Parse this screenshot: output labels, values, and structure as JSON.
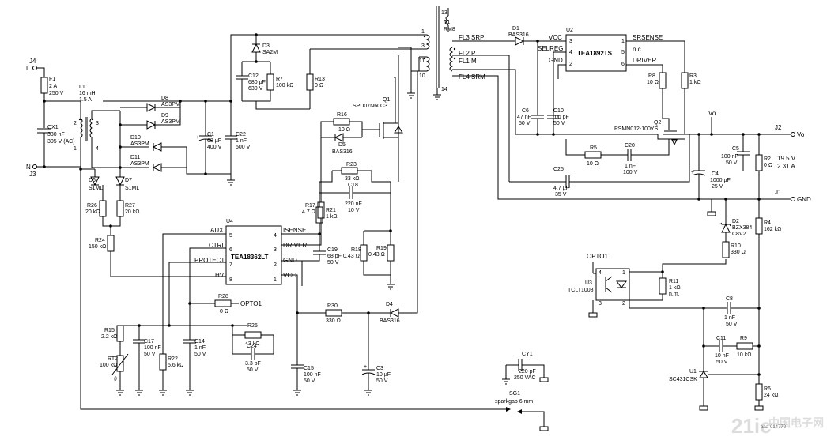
{
  "connectors": {
    "j4": "J4",
    "l": "L",
    "j3": "J3",
    "n": "N",
    "j2": "J2",
    "vo": "Vo",
    "j1": "J1",
    "gnd": "GND",
    "vo_node": "Vo"
  },
  "fuse": {
    "ref": "F1",
    "v1": "2 A",
    "v2": "250 V"
  },
  "cx1": {
    "ref": "CX1",
    "v1": "330 nF",
    "v2": "305 V (AC)"
  },
  "l1": {
    "ref": "L1",
    "v1": "16 mH",
    "v2": "1.5 A",
    "p1": "1",
    "p2": "2",
    "p3": "3",
    "p4": "4"
  },
  "d8": {
    "ref": "D8",
    "v": "AS3PM"
  },
  "d9": {
    "ref": "D9",
    "v": "AS3PM"
  },
  "d10": {
    "ref": "D10",
    "v": "AS3PM"
  },
  "d11": {
    "ref": "D11",
    "v": "AS3PM"
  },
  "c1": {
    "ref": "C1",
    "v1": "68 µF",
    "v2": "400 V"
  },
  "c22": {
    "ref": "C22",
    "v1": "1 nF",
    "v2": "500 V"
  },
  "d3": {
    "ref": "D3",
    "v": "SA2M"
  },
  "c12": {
    "ref": "C12",
    "v1": "680 pF",
    "v2": "630 V"
  },
  "r7": {
    "ref": "R7",
    "v": "100 kΩ"
  },
  "r13": {
    "ref": "R13",
    "v": "0 Ω"
  },
  "t1": {
    "ref": "T1",
    "v": "RM8",
    "p1": "1",
    "p3": "3",
    "p11": "11",
    "p10": "10",
    "p13": "13",
    "p14": "14"
  },
  "windings": {
    "fl3": "FL3 SRP",
    "fl2": "FL2 P",
    "fl1": "FL1 M",
    "fl4": "FL4 SRM"
  },
  "d1": {
    "ref": "D1",
    "v": "BAS316"
  },
  "u2": {
    "ref": "U2",
    "name": "TEA1892TS",
    "vcc": "VCC",
    "selreg": "SELREG",
    "gnd": "GND",
    "srsense": "SRSENSE",
    "nc": "n.c.",
    "driver": "DRIVER",
    "p3": "3",
    "p4": "4",
    "p2": "2",
    "p1": "1",
    "p5": "5",
    "p6": "6"
  },
  "r3": {
    "ref": "R3",
    "v": "1 kΩ"
  },
  "r8": {
    "ref": "R8",
    "v": "10 Ω"
  },
  "c6": {
    "ref": "C6",
    "v1": "47 nF",
    "v2": "50 V"
  },
  "c10": {
    "ref": "C10",
    "v1": "100 pF",
    "v2": "50 V"
  },
  "q2": {
    "ref": "Q2",
    "v": "PSMN012-100YS"
  },
  "r5": {
    "ref": "R5",
    "v": "10 Ω"
  },
  "c20": {
    "ref": "C20",
    "v1": "1 nF",
    "v2": "100 V"
  },
  "c25": {
    "ref": "C25",
    "v1": "4.7 µF",
    "v2": "35 V"
  },
  "c5": {
    "ref": "C5",
    "v1": "100 nF",
    "v2": "50 V"
  },
  "c4": {
    "ref": "C4",
    "v1": "1000 µF",
    "v2": "25 V"
  },
  "r2": {
    "ref": "R2",
    "v": "0 Ω"
  },
  "output": {
    "v": "19.5 V",
    "i": "2.31 A"
  },
  "q1": {
    "ref": "Q1",
    "v": "SPU07N60C3"
  },
  "r16": {
    "ref": "R16",
    "v": "10 Ω"
  },
  "d5": {
    "ref": "D5",
    "v": "BAS316"
  },
  "r23": {
    "ref": "R23",
    "v": "33 kΩ"
  },
  "c18": {
    "ref": "C18",
    "v1": "220 nF",
    "v2": "10 V"
  },
  "r17": {
    "ref": "R17",
    "v": "4.7 Ω"
  },
  "r21": {
    "ref": "R21",
    "v": "1 kΩ"
  },
  "c19": {
    "ref": "C19",
    "v1": "68 pF",
    "v2": "50 V"
  },
  "r18": {
    "ref": "R18",
    "v": "0.43 Ω"
  },
  "r19": {
    "ref": "R19",
    "v": "0.43 Ω"
  },
  "u4": {
    "ref": "U4",
    "name": "TEA18362LT",
    "aux": "AUX",
    "ctrl": "CTRL",
    "protect": "PROTECT",
    "hv": "HV",
    "isense": "ISENSE",
    "driver": "DRIVER",
    "gnd": "GND",
    "vcc": "VCC",
    "p5": "5",
    "p6": "6",
    "p7": "7",
    "p8": "8",
    "p4": "4",
    "p3": "3",
    "p2": "2",
    "p1": "1"
  },
  "d6": {
    "ref": "D6",
    "v": "S1ML"
  },
  "d7": {
    "ref": "D7",
    "v": "S1ML"
  },
  "r26": {
    "ref": "R26",
    "v": "20 kΩ"
  },
  "r27": {
    "ref": "R27",
    "v": "20 kΩ"
  },
  "r24": {
    "ref": "R24",
    "v": "150 kΩ"
  },
  "r28": {
    "ref": "R28",
    "v": "0 Ω",
    "net": "OPTO1"
  },
  "r30": {
    "ref": "R30",
    "v": "330 Ω"
  },
  "d4": {
    "ref": "D4",
    "v": "BAS316"
  },
  "r25": {
    "ref": "R25",
    "v": "43 kΩ"
  },
  "c24": {
    "ref": "C24",
    "v1": "3.3 pF",
    "v2": "50 V"
  },
  "r15": {
    "ref": "R15",
    "v": "2.2 kΩ"
  },
  "rt2": {
    "ref": "RT2",
    "v": "100 kΩ"
  },
  "c17": {
    "ref": "C17",
    "v1": "100 nF",
    "v2": "50 V"
  },
  "r22": {
    "ref": "R22",
    "v": "5.6 kΩ"
  },
  "c14": {
    "ref": "C14",
    "v1": "1 nF",
    "v2": "50 V"
  },
  "c15": {
    "ref": "C15",
    "v1": "100 nF",
    "v2": "50 V"
  },
  "c3": {
    "ref": "C3",
    "v1": "10 µF",
    "v2": "50 V"
  },
  "cy1": {
    "ref": "CY1",
    "v1": "220 pF",
    "v2": "250 VAC"
  },
  "sg1": {
    "ref": "SG1",
    "v": "sparkgap 6 mm"
  },
  "opto": {
    "net": "OPTO1",
    "ref": "U3",
    "v": "TCLT1008",
    "p1": "1",
    "p2": "2",
    "p3": "3",
    "p4": "4"
  },
  "r11": {
    "ref": "R11",
    "v1": "1 kΩ",
    "v2": "n.m."
  },
  "d2": {
    "ref": "D2",
    "v1": "BZX384",
    "v2": "C8V2"
  },
  "r4": {
    "ref": "R4",
    "v": "162 kΩ"
  },
  "r10": {
    "ref": "R10",
    "v": "330 Ω"
  },
  "c8": {
    "ref": "C8",
    "v1": "1 nF",
    "v2": "50 V"
  },
  "c11": {
    "ref": "C11",
    "v1": "10 nF",
    "v2": "50 V"
  },
  "r9": {
    "ref": "R9",
    "v": "10 kΩ"
  },
  "u1": {
    "ref": "U1",
    "v": "SC431CSK"
  },
  "r6": {
    "ref": "R6",
    "v": "24 kΩ"
  },
  "watermark": {
    "logo": "21ic",
    "cn": "中国电子网",
    "code": "aaa-014772"
  }
}
